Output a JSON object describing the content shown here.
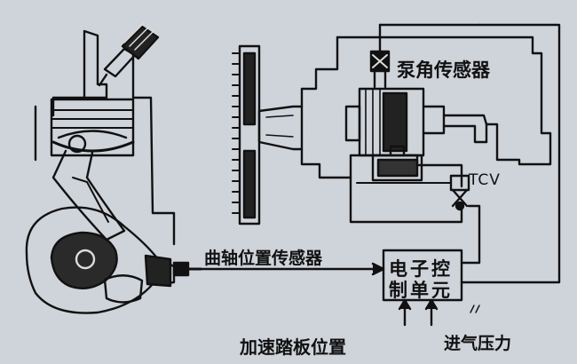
{
  "labels": {
    "pump_angle_sensor": "泵角传感器",
    "tcv": "TCV",
    "crank_position_sensor": "曲轴位置传感器",
    "ecu_line1": "电子控",
    "ecu_line2": "制单元",
    "accelerator_position": "加速踏板位置",
    "intake_pressure": "进气压力"
  },
  "colors": {
    "background": "#cfd3da",
    "ink": "#111111"
  }
}
